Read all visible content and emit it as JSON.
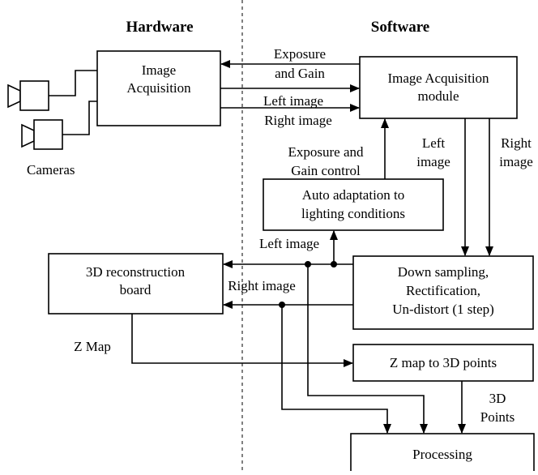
{
  "headers": {
    "hardware": "Hardware",
    "software": "Software"
  },
  "camera_label": "Cameras",
  "boxes": {
    "image_acquisition_hw": [
      "Image",
      "Acquisition"
    ],
    "image_acquisition_module": [
      "Image Acquisition",
      "module"
    ],
    "auto_adaptation": [
      "Auto adaptation to",
      "lighting conditions"
    ],
    "reconstruction_board": [
      "3D reconstruction",
      "board"
    ],
    "down_sampling": [
      "Down sampling,",
      "Rectification,",
      "Un-distort (1 step)"
    ],
    "zmap_to_points": [
      "Z map to 3D points"
    ],
    "processing": [
      "Processing"
    ]
  },
  "edge_labels": {
    "exposure_gain": [
      "Exposure",
      "and Gain"
    ],
    "left_image_top": "Left image",
    "right_image_top": "Right image",
    "left_image_vertical": [
      "Left",
      "image"
    ],
    "right_image_vertical": [
      "Right",
      "image"
    ],
    "exposure_gain_control": [
      "Exposure and",
      "Gain control"
    ],
    "left_image_mid": "Left image",
    "right_image_mid": "Right image",
    "z_map": "Z Map",
    "points_3d": [
      "3D",
      "Points"
    ]
  }
}
